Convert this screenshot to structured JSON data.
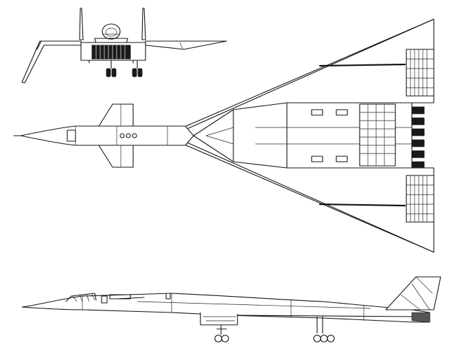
{
  "drawing": {
    "views": [
      {
        "name": "front-view"
      },
      {
        "name": "top-view"
      },
      {
        "name": "side-view"
      }
    ],
    "colors": {
      "ink": "#111111",
      "paper": "#ffffff",
      "shade": "#1a1a1a"
    }
  }
}
